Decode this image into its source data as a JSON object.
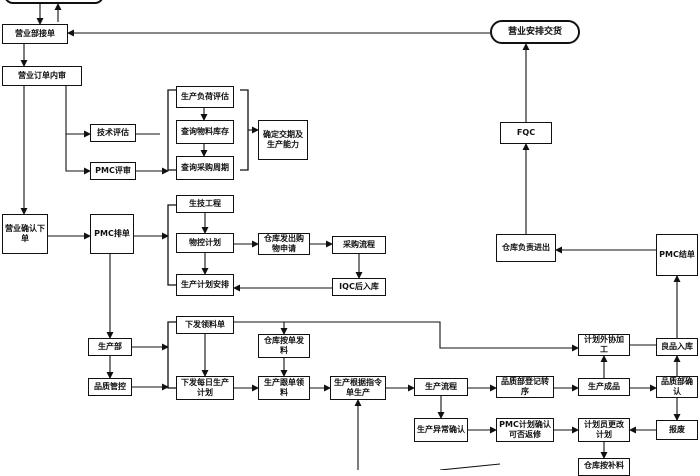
{
  "nodes": {
    "sales_receive": "营业部接单",
    "sales_review": "营业订单内审",
    "tech_eval": "技术评估",
    "pmc_review": "PMC评审",
    "prod_load_eval": "生产负荷评估",
    "query_stock": "查询物料库存",
    "query_purchase": "查询采购周期",
    "confirm_delivery": "确定交期及生产能力",
    "sales_confirm": "营业确认下单",
    "pmc_schedule": "PMC排单",
    "prod_eng": "生技工程",
    "material_plan": "物控计划",
    "wh_purchase_req": "仓库发出购物申请",
    "purchase_flow": "采购流程",
    "iqc": "IQC后入库",
    "prod_plan": "生产计划安排",
    "issue_picklist": "下发领料单",
    "wh_issue": "仓库按单发料",
    "production_dept": "生产部",
    "qc": "品质管控",
    "daily_plan": "下发每日生产计划",
    "prod_follow": "生产跟单领料",
    "prod_by_order": "生产根据指令单生产",
    "prod_flow": "生产流程",
    "qc_register": "品质部登记转序",
    "finished": "生产成品",
    "qc_confirm": "品质部确认",
    "good_in": "良品入库",
    "pmc_close": "PMC结单",
    "outsource": "计划外协加工",
    "prod_abnormal": "生产异常确认",
    "pmc_rework": "PMC计划确认可否返修",
    "planner_change": "计划员更改计划",
    "scrap": "报废",
    "wh_supplement": "仓库按补料",
    "wh_out": "仓库负责进出",
    "fqc": "FQC",
    "sales_delivery": "营业安排交货"
  }
}
